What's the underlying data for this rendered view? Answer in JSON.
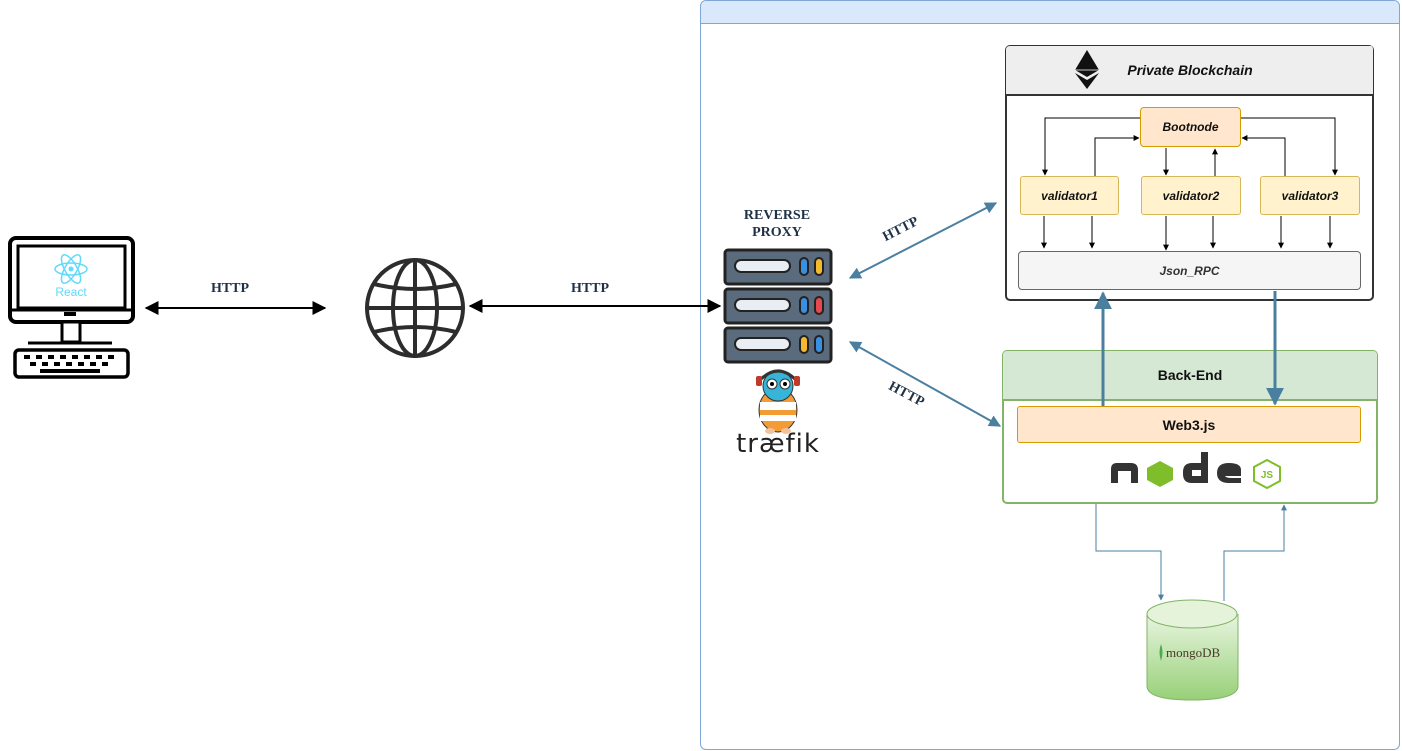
{
  "labels": {
    "http_client": "HTTP",
    "http_internet": "HTTP",
    "http_to_blockchain": "HTTP",
    "http_to_backend": "HTTP",
    "reverse_proxy_line1": "REVERSE",
    "reverse_proxy_line2": "PROXY",
    "traefik": "træfik",
    "react": "React",
    "mongodb": "mongoDB"
  },
  "blockchain": {
    "title": "Private Blockchain",
    "bootnode": "Bootnode",
    "validators": [
      "validator1",
      "validator2",
      "validator3"
    ],
    "json_rpc": "Json_RPC"
  },
  "backend": {
    "title": "Back-End",
    "web3": "Web3.js"
  },
  "colors": {
    "arrow_blue": "#4a7fa0",
    "container_border": "#7ea6d6",
    "container_header": "#dae8fc",
    "backend_green": "#82b366",
    "backend_header": "#d5e8d4",
    "validator_fill": "#fff2cc",
    "bootnode_fill": "#ffe6cc",
    "node_green": "#8cc84b",
    "react_blue": "#61dafb",
    "mongo_green": "#b9e0a5"
  },
  "icons": [
    "computer-icon",
    "globe-icon",
    "server-icon",
    "traefik-gopher-icon",
    "ethereum-icon",
    "node-logo-icon",
    "database-icon"
  ]
}
